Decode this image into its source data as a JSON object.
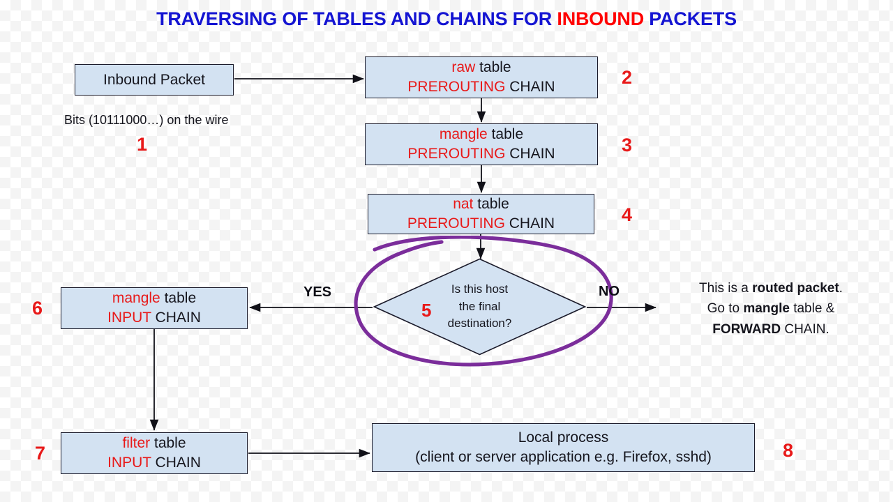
{
  "title": {
    "prefix": "TRAVERSING OF TABLES AND CHAINS FOR ",
    "highlight": "INBOUND",
    "suffix": " PACKETS",
    "color": "#1414d2",
    "highlight_color": "#ff0000"
  },
  "colors": {
    "box_fill": "#d3e2f2",
    "box_border": "#1b1b2b",
    "table_name": "#e81919",
    "chain_name": "#e81919",
    "text": "#15151d",
    "step_number": "#e81919",
    "highlight_ellipse": "#7b2d9b",
    "arrow": "#111118"
  },
  "nodes": {
    "inbound": {
      "label": "Inbound Packet",
      "step": "1"
    },
    "bits_label": "Bits (10111000…) on the wire",
    "raw_prerouting": {
      "table": "raw",
      "table_suffix": " table",
      "chain": "PREROUTING",
      "chain_suffix": " CHAIN",
      "step": "2"
    },
    "mangle_prerouting": {
      "table": "mangle",
      "table_suffix": " table",
      "chain": "PREROUTING",
      "chain_suffix": " CHAIN",
      "step": "3"
    },
    "nat_prerouting": {
      "table": "nat",
      "table_suffix": " table",
      "chain": "PREROUTING",
      "chain_suffix": " CHAIN",
      "step": "4"
    },
    "decision": {
      "line1": "Is this host",
      "line2": "the final",
      "line3": "destination?",
      "step": "5",
      "yes_label": "YES",
      "no_label": "NO"
    },
    "mangle_input": {
      "table": "mangle",
      "table_suffix": " table",
      "chain": "INPUT",
      "chain_suffix": " CHAIN",
      "step": "6"
    },
    "filter_input": {
      "table": "filter",
      "table_suffix": " table",
      "chain": "INPUT",
      "chain_suffix": " CHAIN",
      "step": "7"
    },
    "local_process": {
      "line1": "Local process",
      "line2": "(client or server application e.g. Firefox, sshd)",
      "step": "8"
    }
  },
  "routed_note": {
    "l1a": "This is a ",
    "l1b": "routed packet",
    "l1c": ".",
    "l2a": "Go to ",
    "l2b": "mangle",
    "l2c": " table &",
    "l3a": "FORWARD",
    "l3b": " CHAIN."
  }
}
